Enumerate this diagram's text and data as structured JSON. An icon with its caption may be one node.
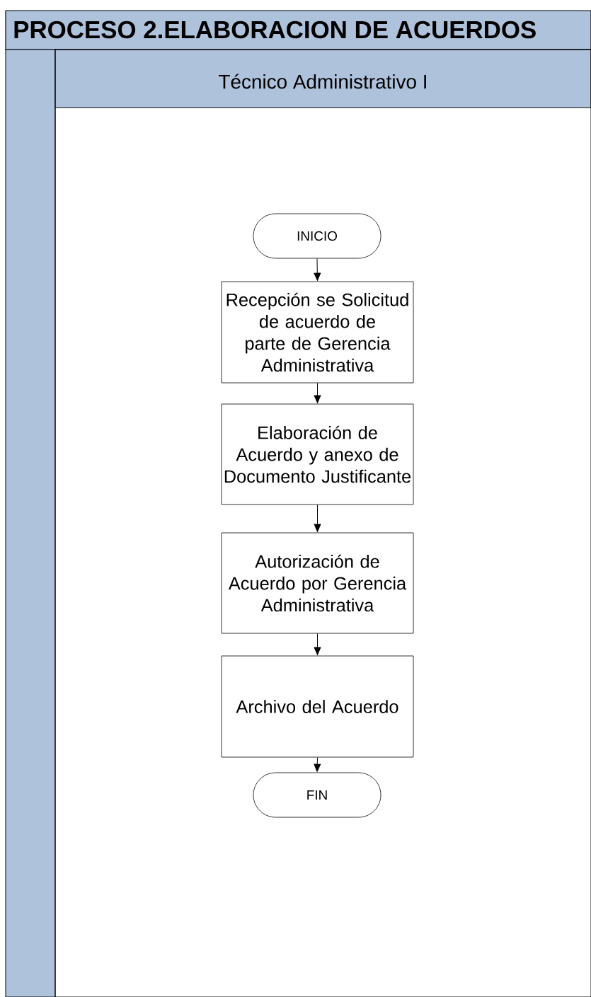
{
  "diagram": {
    "title": "PROCESO 2.ELABORACION DE ACUERDOS",
    "nodes": [
      {
        "text": [
          "Técnico Administrativo I"
        ]
      },
      {
        "text": [
          "INICIO"
        ],
        "in": 0
      },
      {
        "text": [
          "Recepción se Solicitud de acuerdo de parte de Gerencia Administrativa"
        ],
        "in": 0
      },
      {
        "text": [
          "Elaboración de Acuerdo y anexo de Documento Justificante"
        ],
        "in": 0
      },
      {
        "text": [
          "Autorización de Acuerdo por Gerencia Administrativa"
        ],
        "in": 0
      },
      {
        "text": [
          "Archivo del Acuerdo"
        ],
        "in": 0
      },
      {
        "text": [
          "FIN"
        ],
        "in": 0
      }
    ],
    "edges": [
      {
        "from": 1,
        "to": 2,
        "arrow": "to"
      },
      {
        "from": 2,
        "to": 3,
        "arrow": "to"
      },
      {
        "from": 3,
        "to": 4,
        "arrow": "to"
      },
      {
        "from": 4,
        "to": 5,
        "arrow": "to"
      },
      {
        "from": 5,
        "to": 6,
        "arrow": "to"
      }
    ]
  }
}
